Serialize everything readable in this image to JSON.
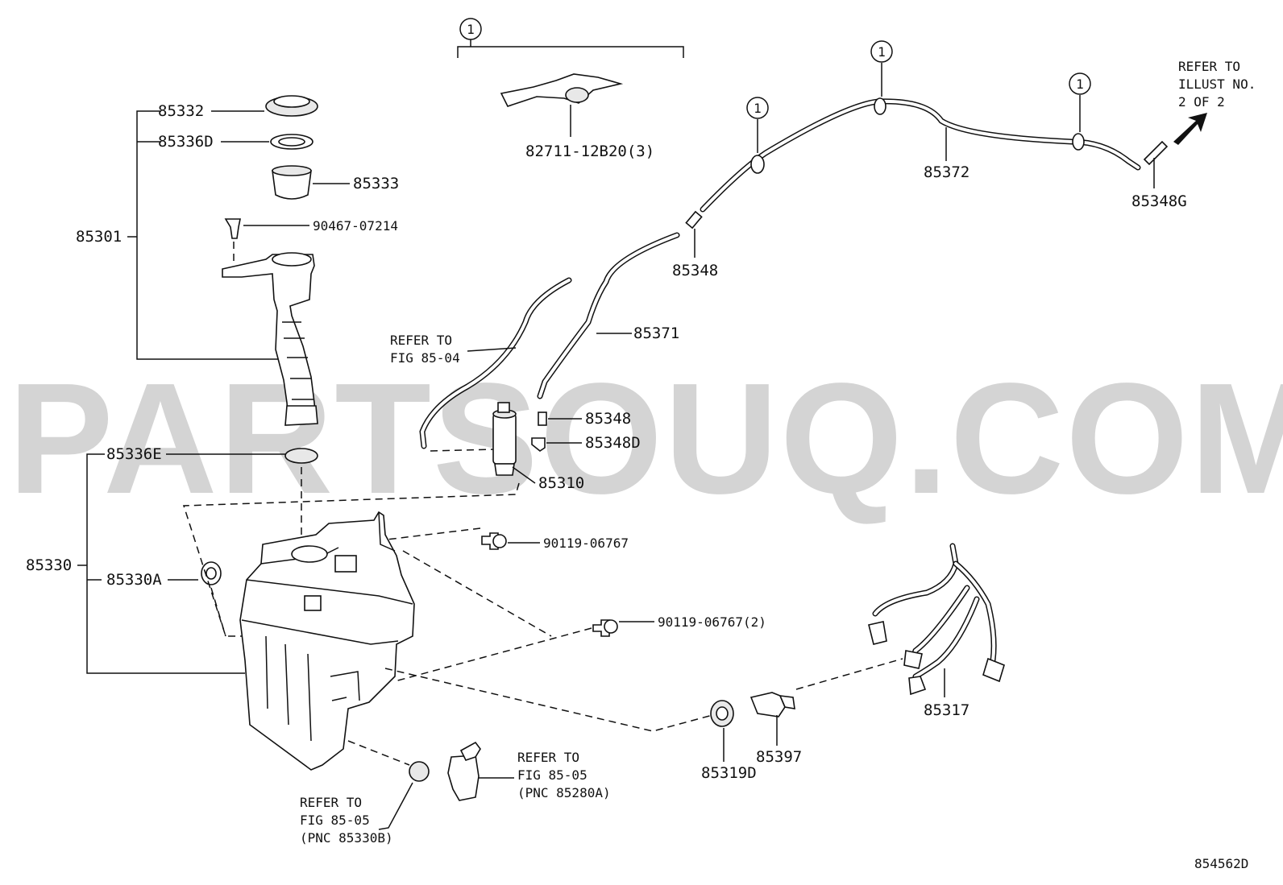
{
  "watermark": "PARTSOUQ.COM",
  "diagram_code": "854562D",
  "callout_marker": "1",
  "labels": {
    "p85332": "85332",
    "p85336D": "85336D",
    "p85333": "85333",
    "p90467": "90467-07214",
    "p85301": "85301",
    "p82711": "82711-12B20(3)",
    "p85372": "85372",
    "p85348G": "85348G",
    "p85348_top": "85348",
    "p85371": "85371",
    "p85348_mid": "85348",
    "p85348D": "85348D",
    "p85310": "85310",
    "p85336E": "85336E",
    "p85330": "85330",
    "p85330A": "85330A",
    "p90119_a": "90119-06767",
    "p90119_b": "90119-06767(2)",
    "p85317": "85317",
    "p85397": "85397",
    "p85319D": "85319D"
  },
  "refer_notes": {
    "illust": [
      "REFER TO",
      "ILLUST NO.",
      "2 OF 2"
    ],
    "fig8504": [
      "REFER TO",
      "FIG 85-04"
    ],
    "fig8505_pump": [
      "REFER TO",
      "FIG 85-05",
      "(PNC 85280A)"
    ],
    "fig8505_tank": [
      "REFER TO",
      "FIG 85-05",
      "(PNC 85330B)"
    ]
  }
}
